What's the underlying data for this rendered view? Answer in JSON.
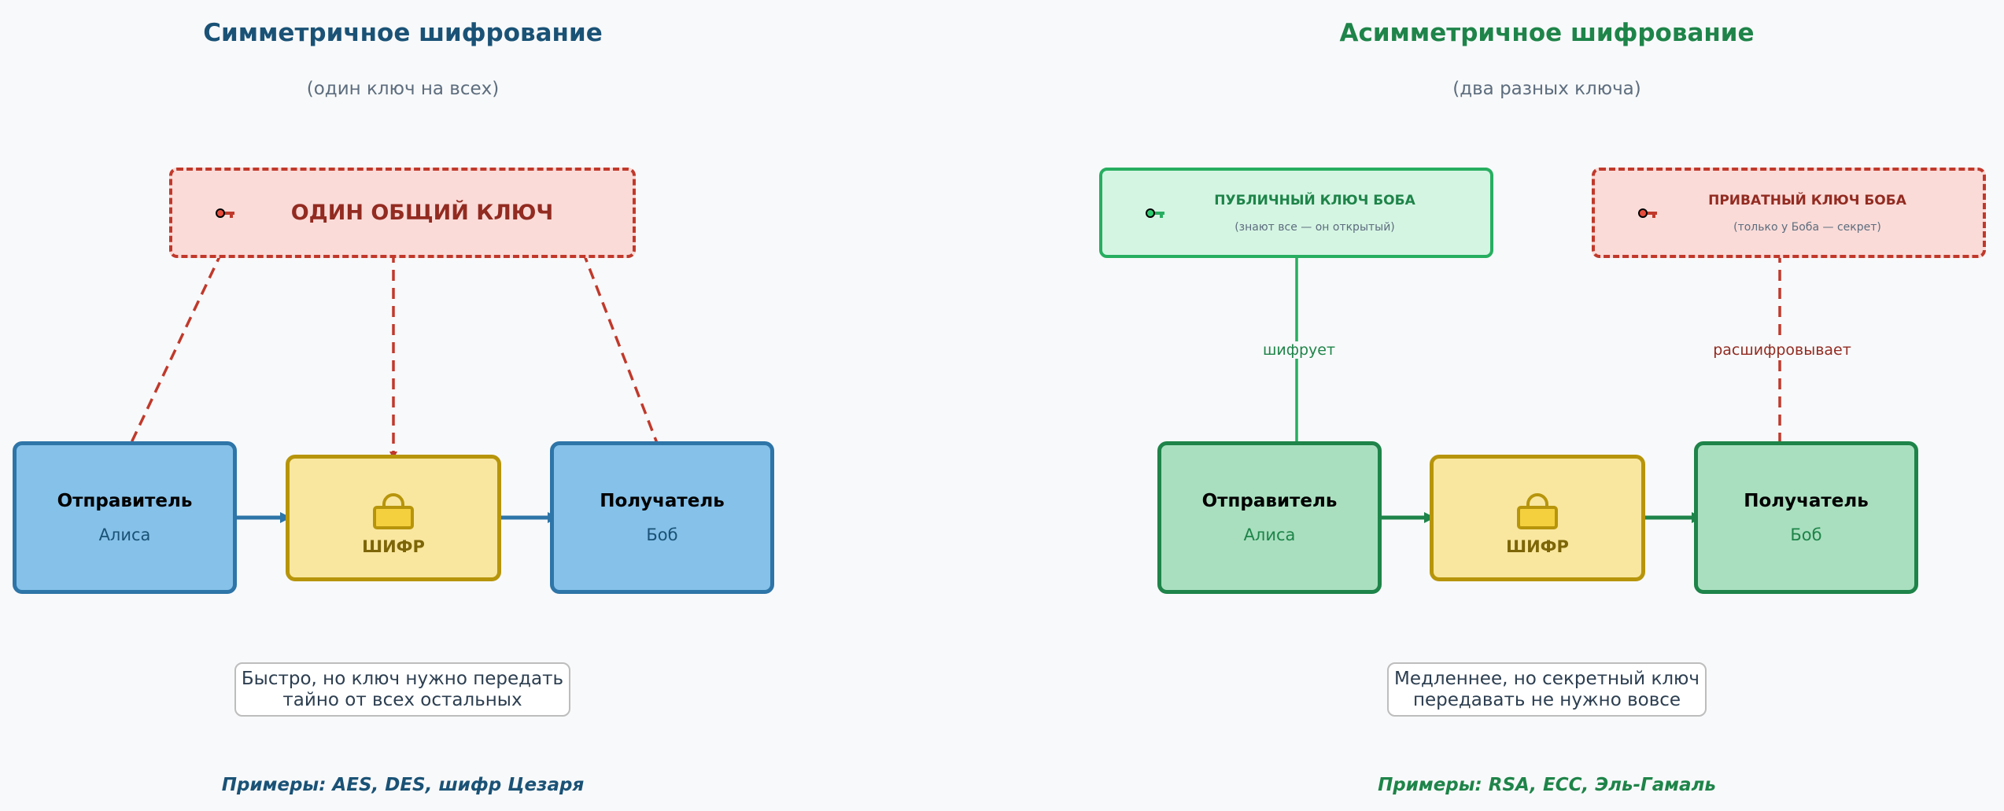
{
  "symmetric": {
    "title": "Симметричное шифрование",
    "subtitle": "(один ключ на всех)",
    "key_label": "ОДИН ОБЩИЙ КЛЮЧ",
    "key_icon": "key-icon",
    "sender_name": "Отправитель",
    "sender_person": "Алиса",
    "cipher_label": "ШИФР",
    "cipher_icon": "lock-icon",
    "receiver_name": "Получатель",
    "receiver_person": "Боб",
    "note_line1": "Быстро, но ключ нужно передать",
    "note_line2": "тайно от всех остальных",
    "examples": "Примеры: AES, DES, шифр Цезаря",
    "colors": {
      "title": "#1a5276",
      "key": "#c0392b",
      "node": "#2e75a8"
    }
  },
  "asymmetric": {
    "title": "Асимметричное шифрование",
    "subtitle": "(два разных ключа)",
    "public_key_title": "ПУБЛИЧНЫЙ КЛЮЧ БОБА",
    "public_key_sub": "(знают все — он открытый)",
    "private_key_title": "ПРИВАТНЫЙ КЛЮЧ БОБА",
    "private_key_sub": "(только у Боба — секрет)",
    "encrypts_label": "шифрует",
    "decrypts_label": "расшифровывает",
    "sender_name": "Отправитель",
    "sender_person": "Алиса",
    "cipher_label": "ШИФР",
    "receiver_name": "Получатель",
    "receiver_person": "Боб",
    "note_line1": "Медленнее, но секретный ключ",
    "note_line2": "передавать не нужно вовсе",
    "examples": "Примеры: RSA, ECC, Эль-Гамаль",
    "colors": {
      "title": "#1e8449",
      "public": "#27ae60",
      "private": "#c0392b",
      "node": "#1e8449"
    }
  }
}
